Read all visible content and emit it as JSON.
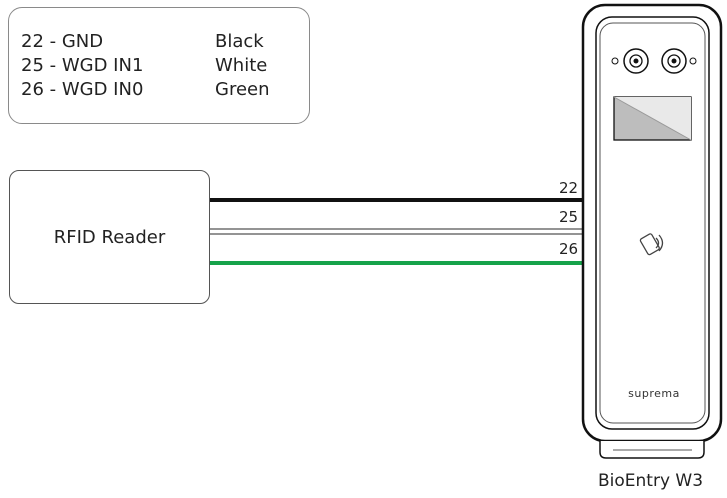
{
  "legend": {
    "rows": [
      {
        "pin": "22 - GND",
        "color_name": "Black"
      },
      {
        "pin": "25 - WGD IN1",
        "color_name": "White"
      },
      {
        "pin": "26 - WGD IN0",
        "color_name": "Green"
      }
    ]
  },
  "reader": {
    "label": "RFID Reader"
  },
  "wires": [
    {
      "number": "22",
      "color": "#111111"
    },
    {
      "number": "25",
      "color": "#ffffff"
    },
    {
      "number": "26",
      "color": "#16a34a"
    }
  ],
  "device": {
    "brand": "suprema",
    "caption": "BioEntry W3"
  }
}
